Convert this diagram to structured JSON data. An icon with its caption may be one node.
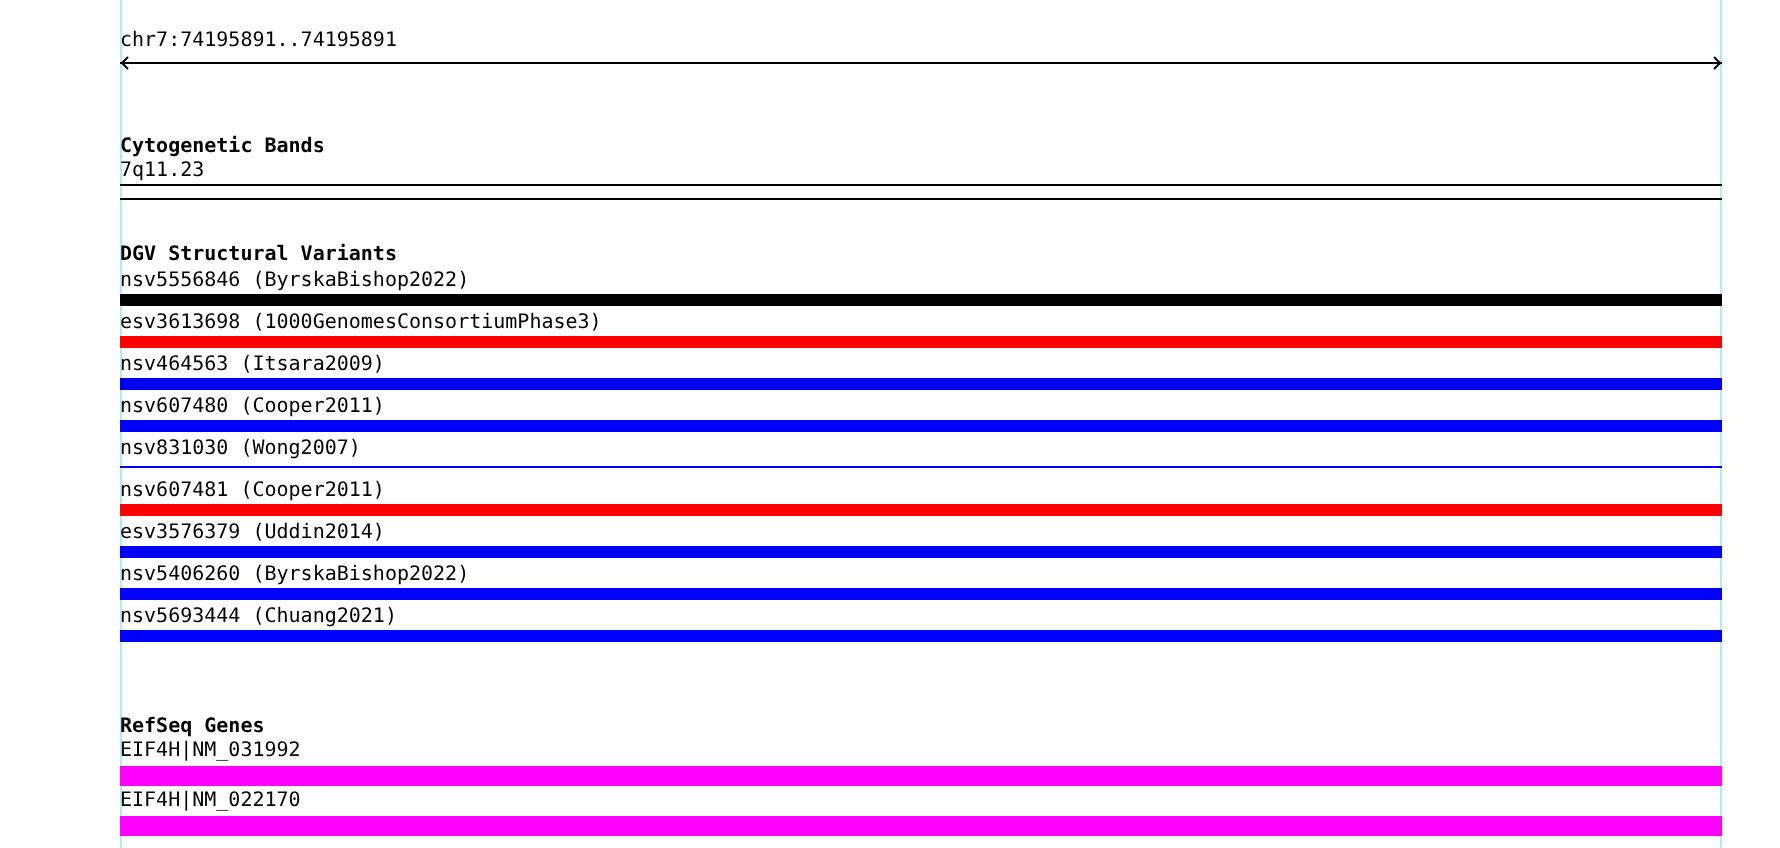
{
  "diagram": {
    "nodes": [
      {
        "text": [
          "7q11.23"
        ]
      },
      {
        "text": [
          "nsv5556846 (ByrskaBishop2022)"
        ]
      },
      {
        "text": [
          "esv3613698 (1000GenomesConsortiumPhase3)"
        ]
      },
      {
        "text": [
          "nsv464563 (Itsara2009)"
        ]
      },
      {
        "text": [
          "nsv607480 (Cooper2011)"
        ]
      },
      {
        "text": [
          "nsv831030 (Wong2007)"
        ]
      },
      {
        "text": [
          "nsv607481 (Cooper2011)"
        ]
      },
      {
        "text": [
          "esv3576379 (Uddin2014)"
        ]
      },
      {
        "text": [
          "nsv5406260 (ByrskaBishop2022)"
        ]
      },
      {
        "text": [
          "nsv5693444 (Chuang2021)"
        ]
      },
      {
        "text": [
          "EIF4H|NM_031992"
        ]
      },
      {
        "text": [
          "EIF4H|NM_022170"
        ]
      }
    ],
    "labels": [
      "chr7:74195891..74195891",
      "Cytogenetic Bands",
      "DGV Structural Variants",
      "RefSeq Genes"
    ]
  }
}
